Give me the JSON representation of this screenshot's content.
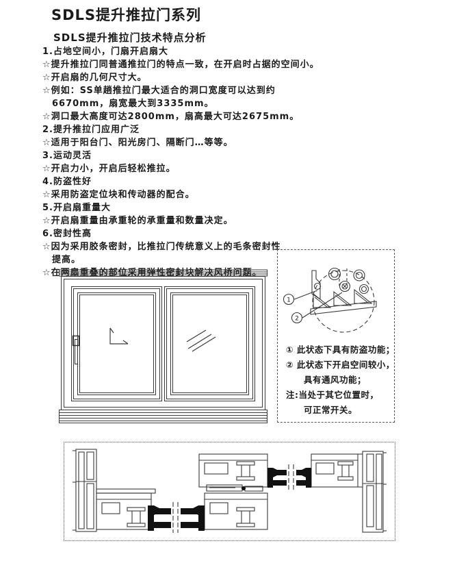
{
  "doc": {
    "title": "SDLS提升推拉门系列",
    "section_heading": "SDLS提升推拉门技术特点分析",
    "features": [
      {
        "text": "1.占地空间小，门扇开启扇大"
      },
      {
        "text": "☆提升推拉门同普通推拉门的特点一致，在开启时占据的空间小。"
      },
      {
        "text": "☆开启扇的几何尺寸大。"
      },
      {
        "text": "☆例如：SS单趟推拉门最大适合的洞口宽度可以达到约"
      },
      {
        "text": "6670mm，扇宽最大到3335mm。"
      },
      {
        "text": "☆洞口最大高度可达2800mm，扇高最大可达2675mm。"
      },
      {
        "text": "2.提升推拉门应用广泛"
      },
      {
        "text": "☆适用于阳台门、阳光房门、隔断门…等等。"
      },
      {
        "text": "3.运动灵活"
      },
      {
        "text": "☆开启力小，开启后轻松推拉。"
      },
      {
        "text": "4.防盗性好"
      },
      {
        "text": "☆采用防盗定位块和传动器的配合。"
      },
      {
        "text": "5.开启扇重量大"
      },
      {
        "text": "☆开启扇重量由承重轮的承重量和数量决定。"
      },
      {
        "text": "6.密封性高"
      },
      {
        "text": "☆因为采用胶条密封，比推拉门传统意义上的毛条密封性"
      },
      {
        "text": "提高。"
      },
      {
        "text": "☆在两扇重叠的部位采用弹性密封块解决风桥问题。"
      }
    ]
  },
  "detail_box": {
    "callouts": [
      {
        "label": "1"
      },
      {
        "label": "2"
      }
    ],
    "notes": [
      {
        "text": "① 此状态下具有防盗功能；"
      },
      {
        "text": "② 此状态下开启空间较小，"
      },
      {
        "text": "具有通风功能；"
      },
      {
        "text": "注:当处于其它位置时，"
      },
      {
        "text": "可正常开关。"
      }
    ]
  },
  "colors": {
    "ink": "#1a1a1a",
    "line": "#3a3a3a"
  }
}
